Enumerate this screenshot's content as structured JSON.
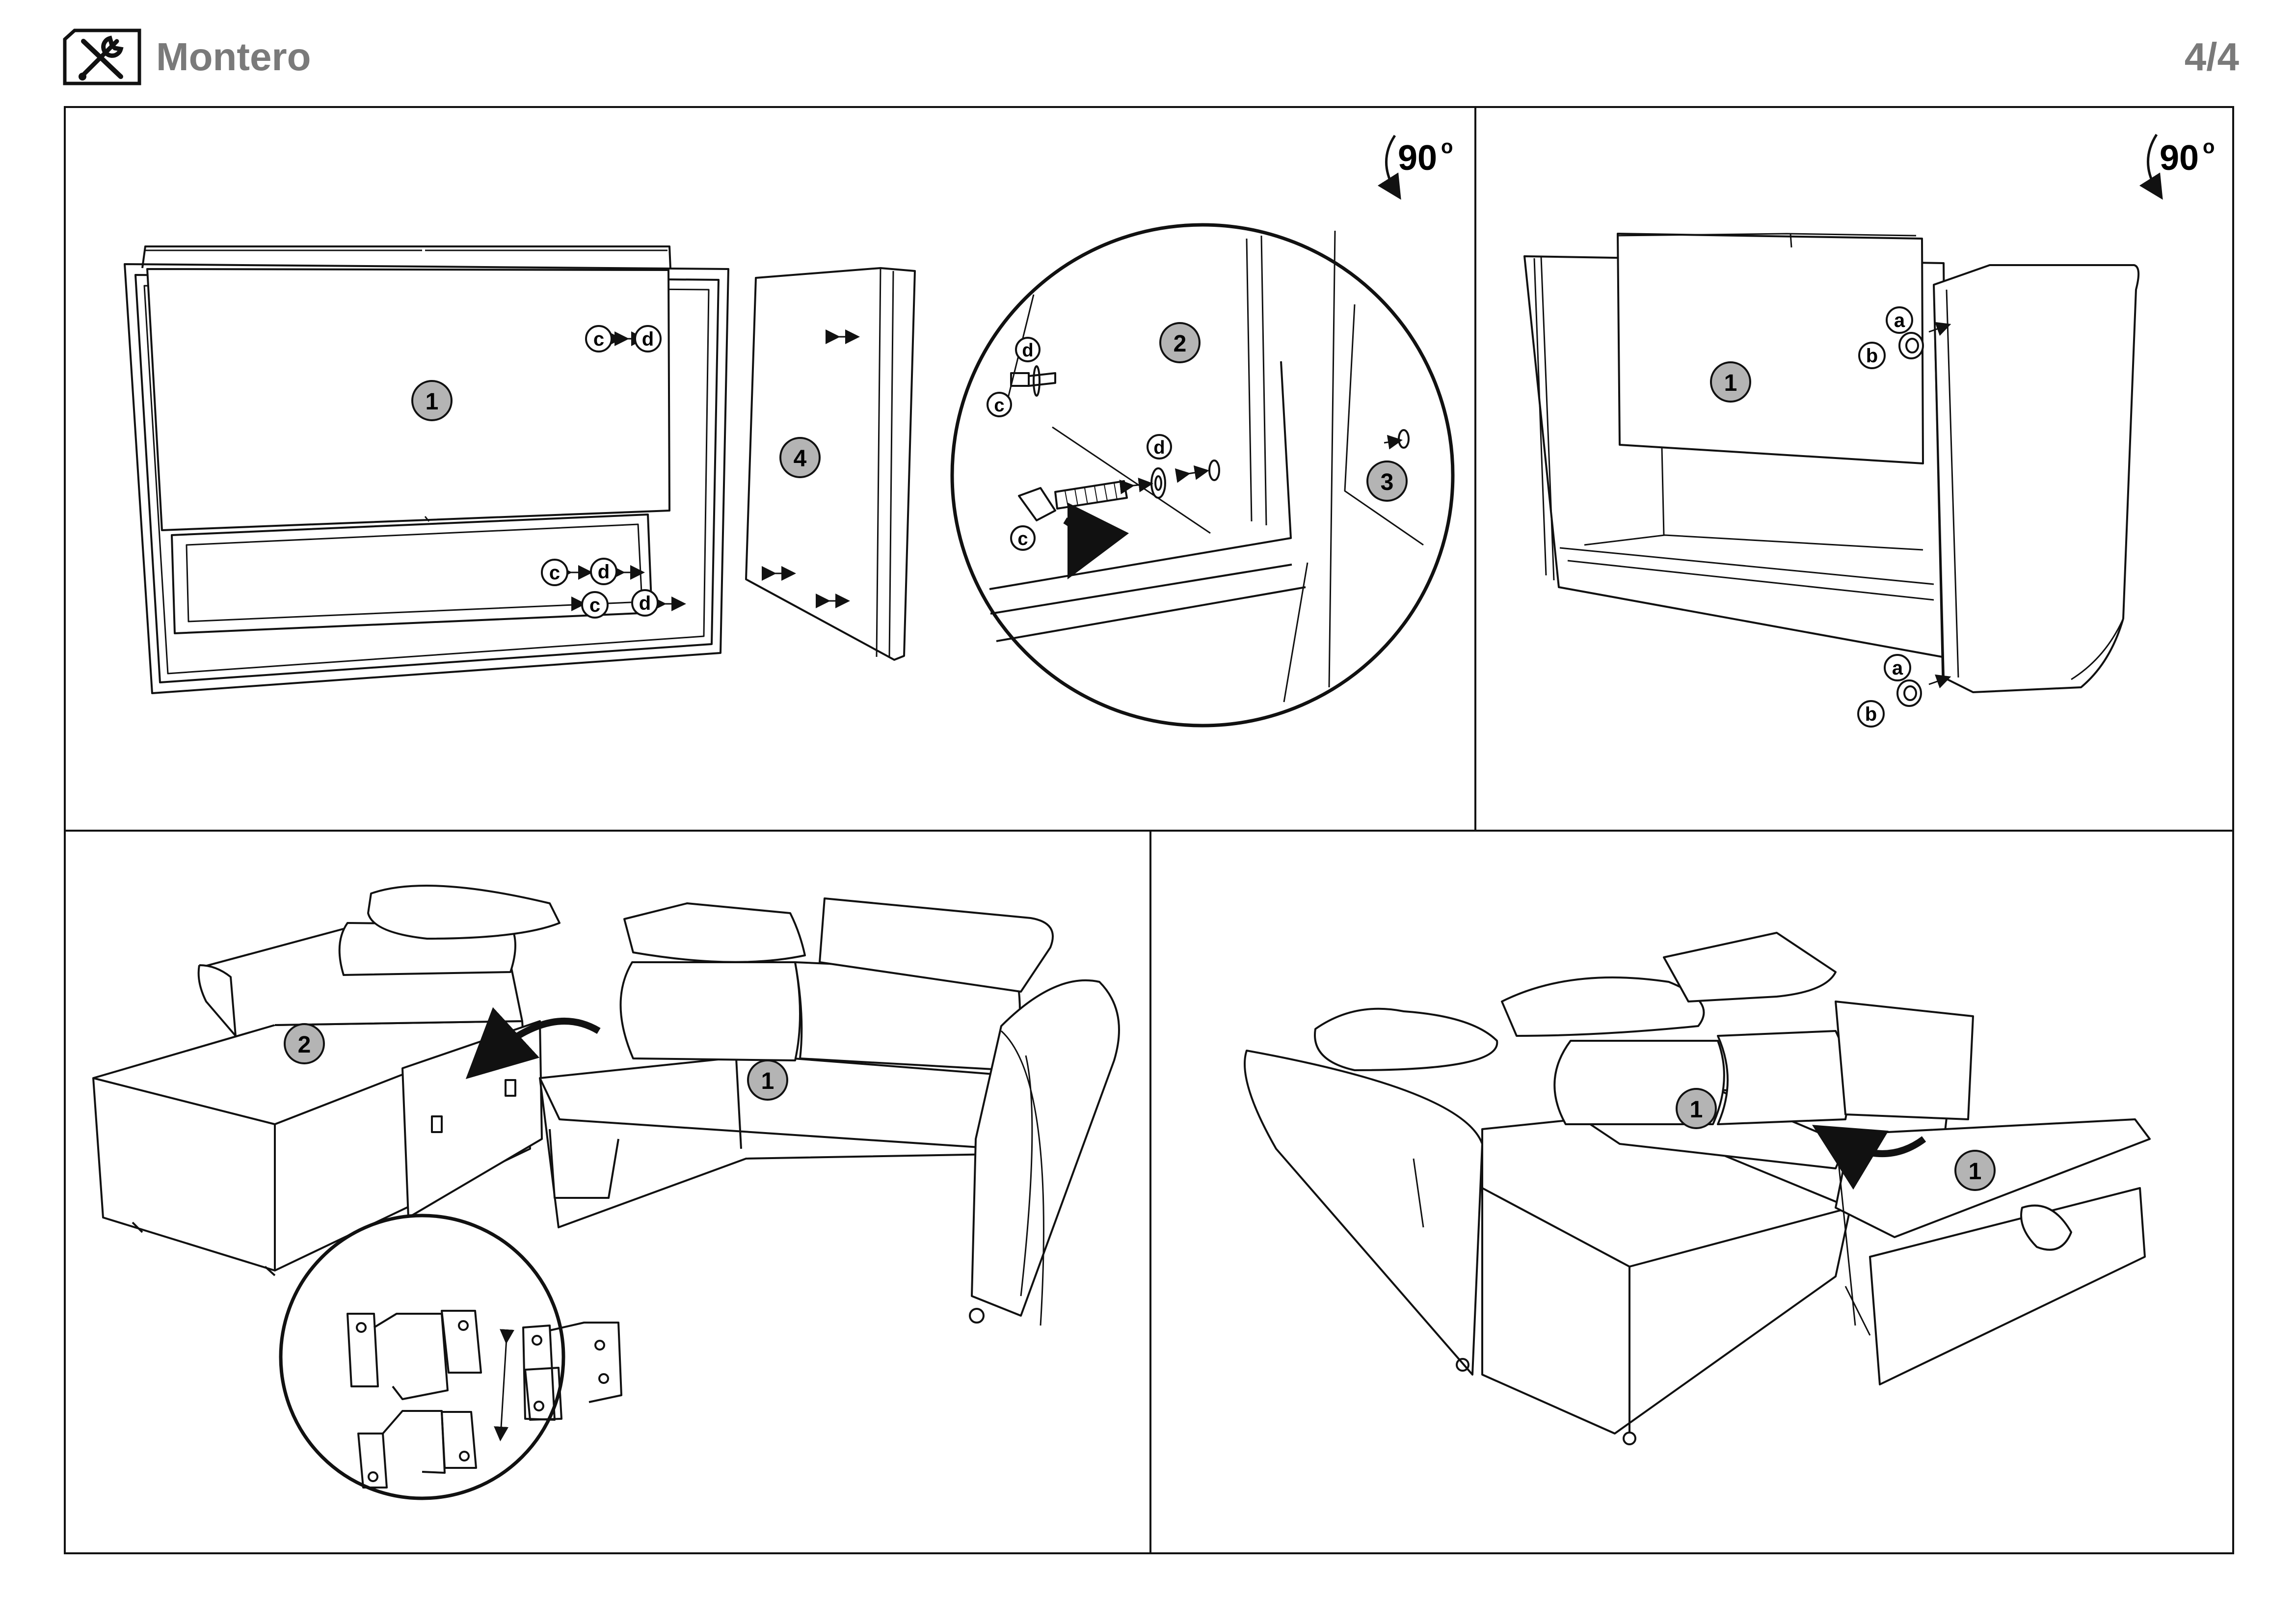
{
  "header": {
    "title": "Montero",
    "page": "4/4",
    "icon": "tools-icon"
  },
  "panels": {
    "top_left": {
      "rotation": "90",
      "rotation_unit": "o",
      "labels": {
        "step1": "1",
        "step2": "2",
        "step3": "3",
        "step4": "4",
        "c": "c",
        "d": "d"
      }
    },
    "top_right": {
      "rotation": "90",
      "rotation_unit": "o",
      "labels": {
        "step1": "1",
        "a": "a",
        "b": "b"
      }
    },
    "bottom_left": {
      "labels": {
        "step1": "1",
        "step2": "2"
      }
    },
    "bottom_right": {
      "labels": {
        "step1": "1"
      }
    }
  },
  "colors": {
    "badge_fill": "#b4b4b4",
    "line": "#111111",
    "title_gray": "#7a7a7a"
  }
}
